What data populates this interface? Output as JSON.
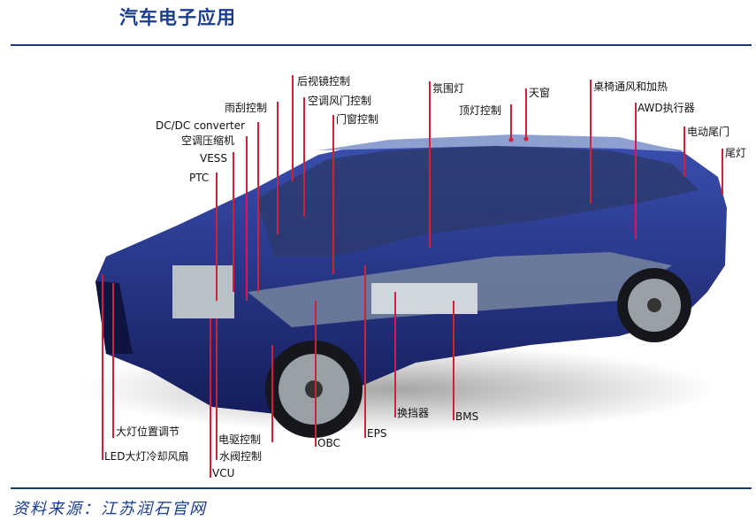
{
  "title": "汽车电子应用",
  "source": "资料来源：江苏润石官网",
  "colors": {
    "accent": "#1a3d8f",
    "leader_line": "#d0203a",
    "car_body": "#1f2b7d"
  },
  "labels": {
    "mirror": "后视镜控制",
    "ac_damper": "空调风门控制",
    "window": "门窗控制",
    "wiper": "雨刮控制",
    "dcdc": "DC/DC converter",
    "ac_compressor": "空调压缩机",
    "vess": "VESS",
    "ptc": "PTC",
    "ambient_light": "氛围灯",
    "dome_light": "顶灯控制",
    "sunroof": "天窗",
    "seat": "桌椅通风和加热",
    "awd": "AWD执行器",
    "tailgate": "电动尾门",
    "taillight": "尾灯",
    "headlight_level": "大灯位置调节",
    "led_fan": "LED大灯冷却风扇",
    "motor_ctrl": "电驱控制",
    "water_valve": "水阀控制",
    "vcu": "VCU",
    "obc": "OBC",
    "eps": "EPS",
    "shifter": "换挡器",
    "bms": "BMS"
  }
}
